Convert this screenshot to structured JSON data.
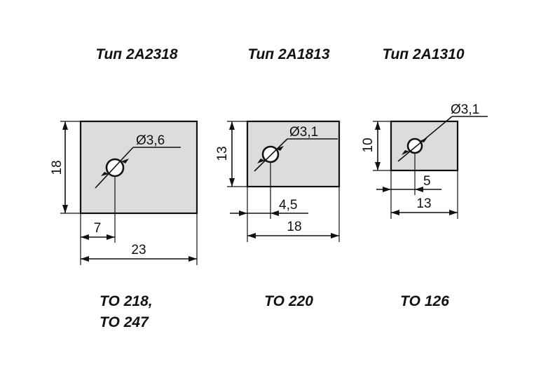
{
  "colors": {
    "background": "#ffffff",
    "plate_fill": "#dcdcdc",
    "ink": "#111111"
  },
  "plates": [
    {
      "title": "Тип 2А2318",
      "hole_diameter": "Ø3,6",
      "height": "18",
      "hole_offset": "7",
      "width": "23",
      "package_line1": "ТО 218,",
      "package_line2": "ТО 247"
    },
    {
      "title": "Тип 2А1813",
      "hole_diameter": "Ø3,1",
      "height": "13",
      "hole_offset": "4,5",
      "width": "18",
      "package_line1": "ТО 220"
    },
    {
      "title": "Тип 2А1310",
      "hole_diameter": "Ø3,1",
      "height": "10",
      "hole_offset": "5",
      "width": "13",
      "package_line1": "ТО 126"
    }
  ]
}
